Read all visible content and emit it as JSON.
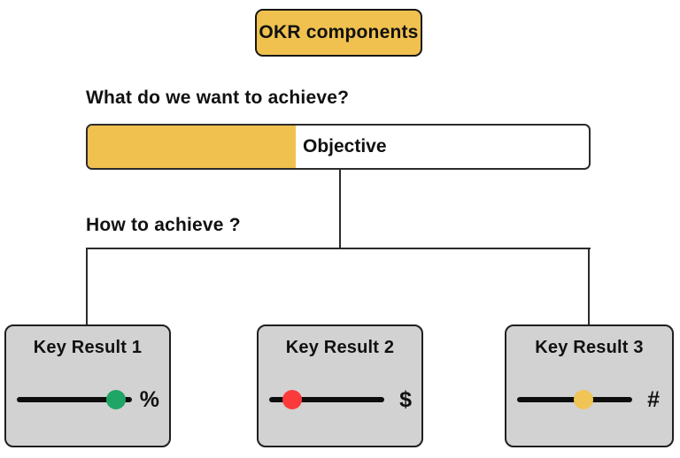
{
  "title": {
    "label": "OKR components"
  },
  "objective": {
    "question": "What do we want to achieve?",
    "label": "Objective",
    "fill_percent": "41.5%"
  },
  "key_results": {
    "question": "How to achieve ?",
    "items": [
      {
        "label": "Key Result 1",
        "unit": "%",
        "dot_color": "#1fa566",
        "dot_position": "86%"
      },
      {
        "label": "Key Result 2",
        "unit": "$",
        "dot_color": "#fb3b3b",
        "dot_position": "20%"
      },
      {
        "label": "Key Result 3",
        "unit": "#",
        "dot_color": "#f0c455",
        "dot_position": "58%"
      }
    ]
  },
  "colors": {
    "accent_yellow": "#f0c14f",
    "box_gray": "#d2d2d2",
    "line_black": "#2b2b2b",
    "green_dot": "#1fa566",
    "red_dot": "#fb3b3b",
    "yellow_dot": "#f0c455"
  }
}
